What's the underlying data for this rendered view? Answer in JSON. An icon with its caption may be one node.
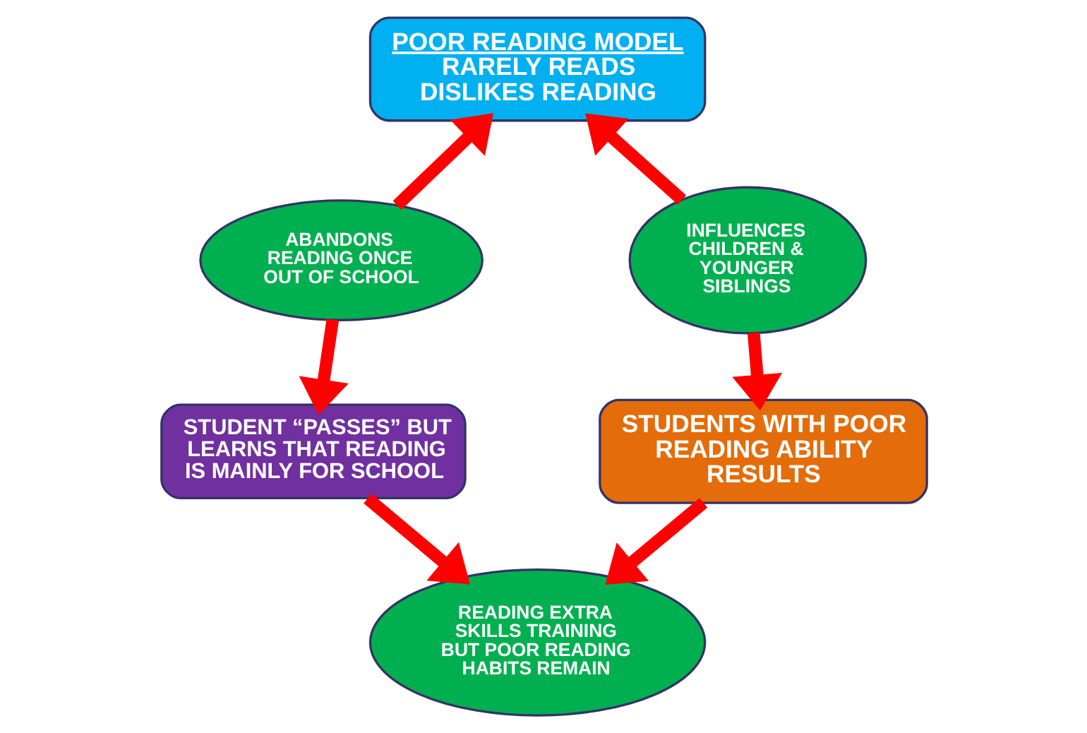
{
  "diagram": {
    "nodes": [
      {
        "text": [
          "POOR READING MODEL",
          "RARELY READS DISLIKES READING"
        ]
      },
      {
        "text": [
          "ABANDONS READING ONCE OUT OF SCHOOL"
        ]
      },
      {
        "text": [
          "INFLUENCES CHILDREN & YOUNGER SIBLINGS"
        ]
      },
      {
        "text": [
          "STUDENT “PASSES” BUT LEARNS THAT READING IS MAINLY FOR SCHOOL"
        ]
      },
      {
        "text": [
          "STUDENTS WITH POOR READING ABILITY RESULTS"
        ]
      },
      {
        "text": [
          "READING EXTRA SKILLS TRAINING BUT POOR READING HABITS REMAIN"
        ]
      }
    ],
    "edges": [
      {
        "from": 1,
        "to": 0,
        "arrow": "to"
      },
      {
        "from": 2,
        "to": 0,
        "arrow": "to"
      },
      {
        "from": 1,
        "to": 3,
        "arrow": "to"
      },
      {
        "from": 2,
        "to": 4,
        "arrow": "to"
      },
      {
        "from": 3,
        "to": 5,
        "arrow": "to"
      },
      {
        "from": 4,
        "to": 5,
        "arrow": "to"
      }
    ]
  }
}
